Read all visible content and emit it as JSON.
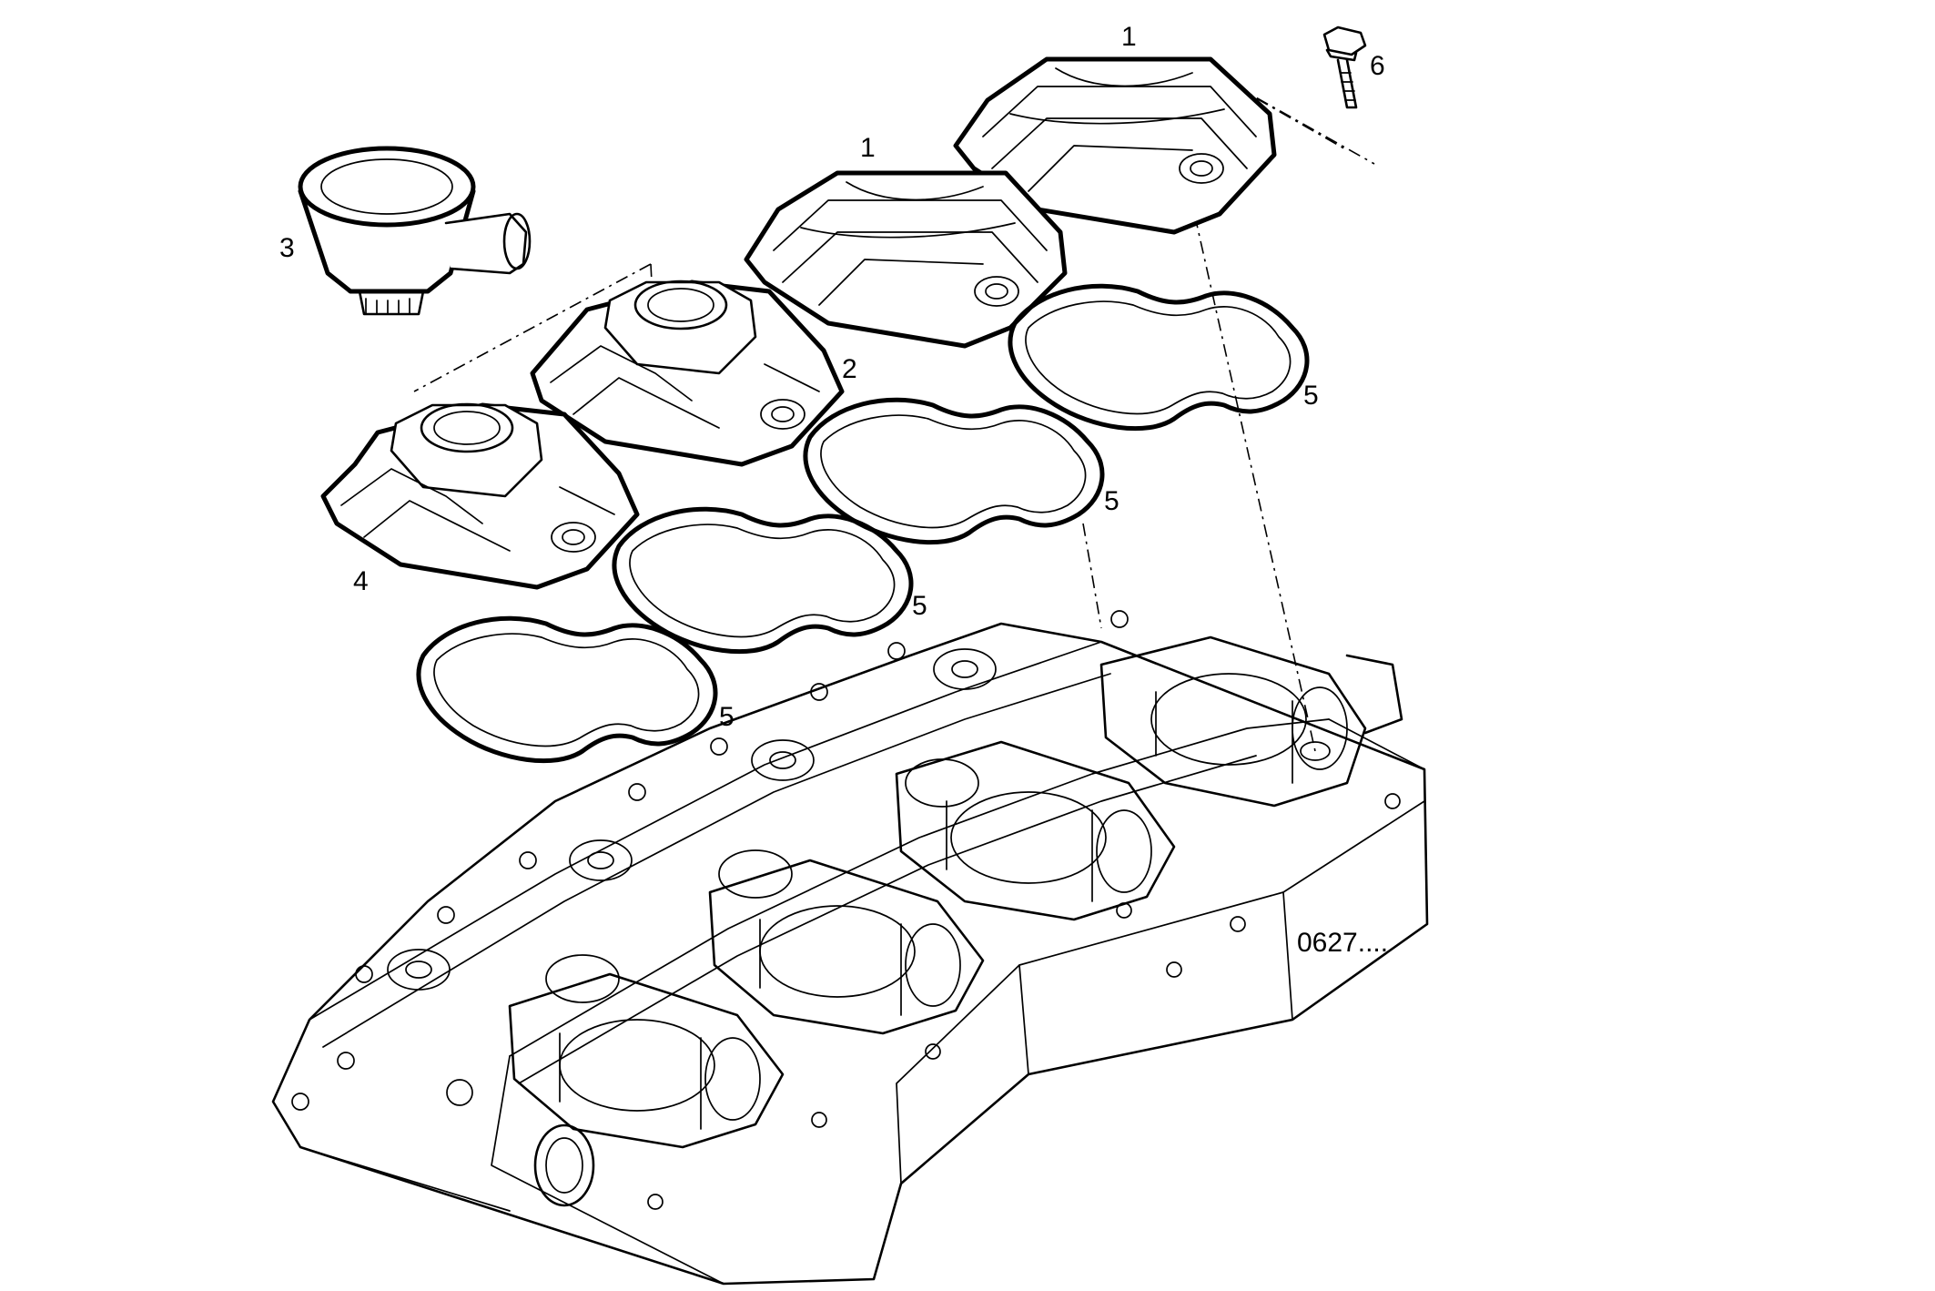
{
  "diagram": {
    "callouts": [
      {
        "id": "c1a",
        "label": "1"
      },
      {
        "id": "c1b",
        "label": "1"
      },
      {
        "id": "c2",
        "label": "2"
      },
      {
        "id": "c3",
        "label": "3"
      },
      {
        "id": "c4",
        "label": "4"
      },
      {
        "id": "c5a",
        "label": "5"
      },
      {
        "id": "c5b",
        "label": "5"
      },
      {
        "id": "c5c",
        "label": "5"
      },
      {
        "id": "c5d",
        "label": "5"
      },
      {
        "id": "c6",
        "label": "6"
      }
    ],
    "drawing_code": "0627....",
    "colors": {
      "ink": "#000000",
      "paper": "#ffffff"
    }
  }
}
